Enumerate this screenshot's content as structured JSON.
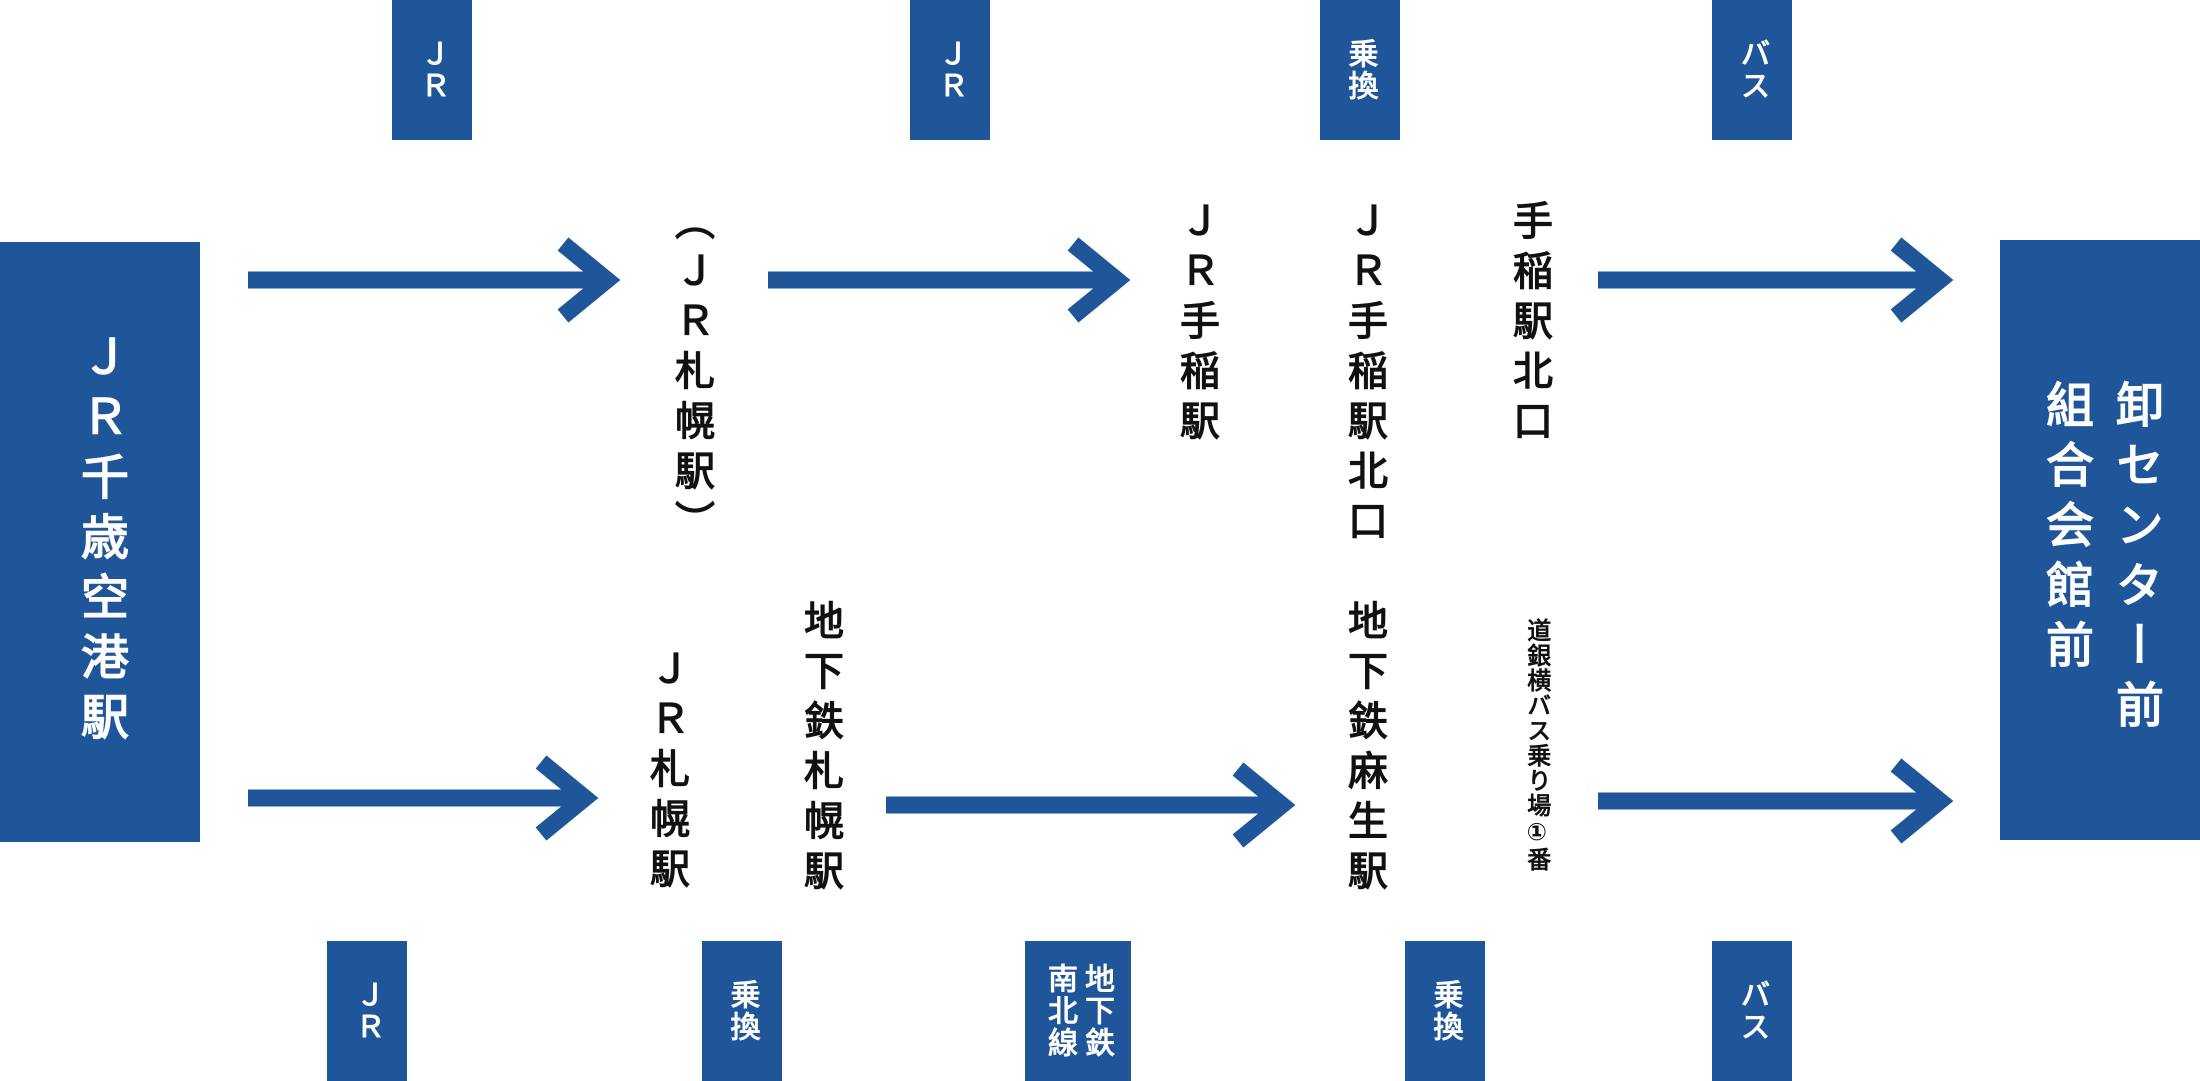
{
  "colors": {
    "accent": "#1f5599",
    "text": "#111111",
    "background": "#ffffff"
  },
  "start_station": "ＪＲ千歳空港駅",
  "end_station": {
    "line1": "卸センター前",
    "line2": "組合会館前"
  },
  "top_route": {
    "tags": [
      "ＪＲ",
      "ＪＲ",
      "乗換",
      "バス"
    ],
    "stops": [
      "（ＪＲ札幌駅）",
      "ＪＲ手稲駅",
      "ＪＲ手稲駅北口",
      "手稲駅北口"
    ]
  },
  "bottom_route": {
    "tags": [
      "ＪＲ",
      "乗換",
      "地下鉄",
      "南北線",
      "乗換",
      "バス"
    ],
    "stops": [
      "ＪＲ札幌駅",
      "地下鉄札幌駅",
      "地下鉄麻生駅",
      "道銀横バス乗り場①番"
    ]
  }
}
